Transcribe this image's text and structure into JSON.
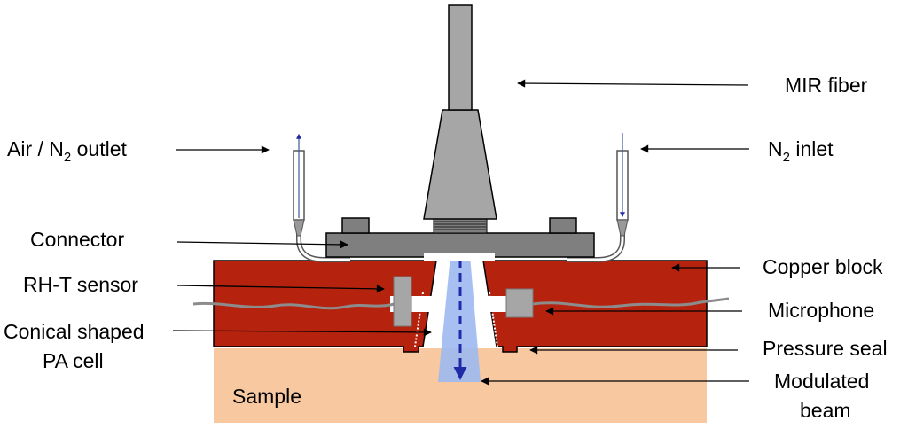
{
  "labels": {
    "mir_fiber": "MIR fiber",
    "air_outlet_a": "Air / N",
    "air_outlet_sub": "2",
    "air_outlet_b": " outlet",
    "n2_inlet_a": "N",
    "n2_inlet_sub": "2",
    "n2_inlet_b": " inlet",
    "connector": "Connector",
    "copper_block": "Copper block",
    "rh_t_sensor": "RH-T sensor",
    "microphone": "Microphone",
    "conical_line1": "Conical shaped",
    "conical_line2": "PA cell",
    "pressure_seal": "Pressure seal",
    "sample": "Sample",
    "modulated_line1": "Modulated",
    "modulated_line2": "beam"
  },
  "colors": {
    "copper": "#b5230f",
    "sample": "#f8c9a0",
    "steel": "#a6a6a6",
    "connector": "#7f7f7f",
    "beam": "#9db9f0",
    "beam_arrow": "#1f2aa8",
    "cable": "#8c8c8c"
  }
}
